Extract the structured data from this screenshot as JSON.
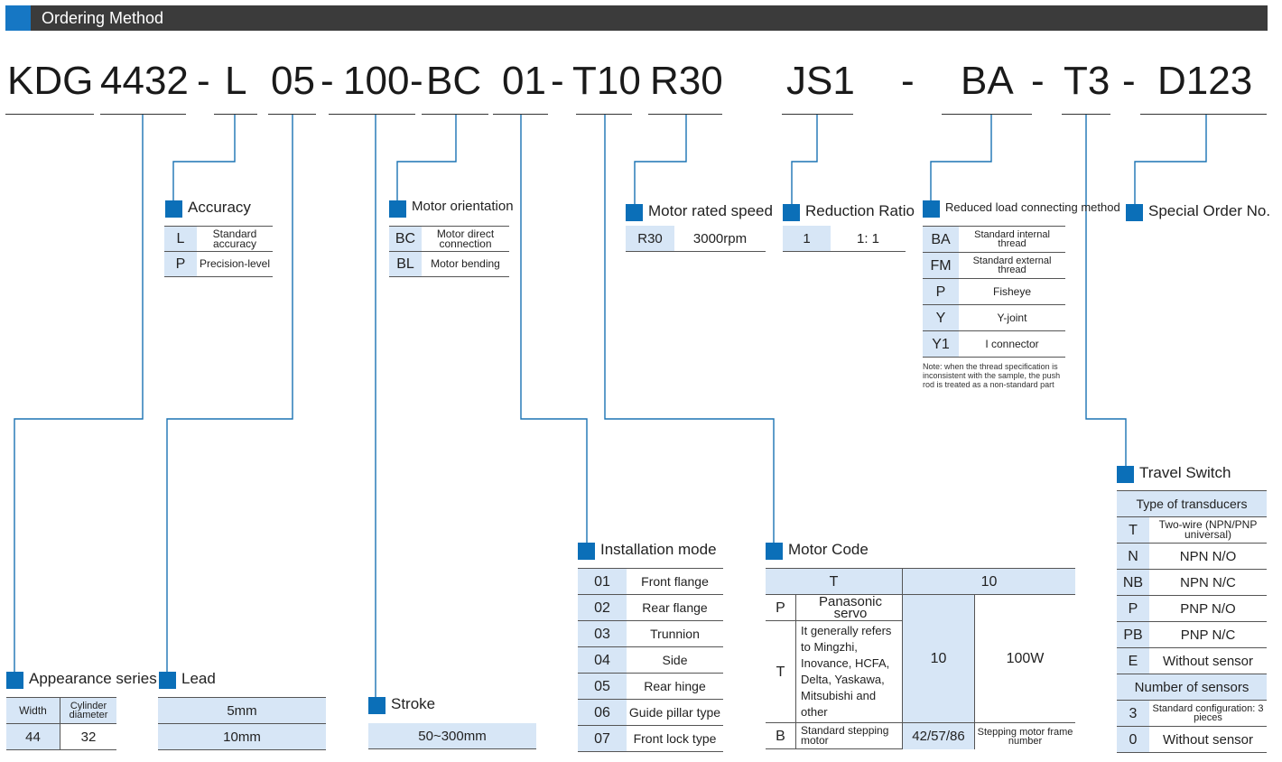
{
  "header": {
    "title": "Ordering Method"
  },
  "code_segments": [
    "KDG",
    "4432",
    "-",
    "L",
    "05",
    "-",
    "100",
    "-",
    "BC",
    "01",
    "-",
    "T10",
    "R30",
    "JS1",
    "-",
    "BA",
    "-",
    "T3",
    "-",
    "D123"
  ],
  "accuracy": {
    "title": "Accuracy",
    "rows": [
      [
        "L",
        "Standard accuracy"
      ],
      [
        "P",
        "Precision-level"
      ]
    ]
  },
  "motor_orientation": {
    "title": "Motor orientation",
    "rows": [
      [
        "BC",
        "Motor direct connection"
      ],
      [
        "BL",
        "Motor bending"
      ]
    ]
  },
  "motor_rated_speed": {
    "title": "Motor rated speed",
    "rows": [
      [
        "R30",
        "3000rpm"
      ]
    ]
  },
  "reduction_ratio": {
    "title": "Reduction Ratio",
    "rows": [
      [
        "1",
        "1: 1"
      ]
    ]
  },
  "reduced_load": {
    "title": "Reduced load connecting method",
    "rows": [
      [
        "BA",
        "Standard internal thread"
      ],
      [
        "FM",
        "Standard external thread"
      ],
      [
        "P",
        "Fisheye"
      ],
      [
        "Y",
        "Y-joint"
      ],
      [
        "Y1",
        "I connector"
      ]
    ],
    "note": "Note: when the thread specification is inconsistent with the sample, the push rod is treated as a non-standard part"
  },
  "special_order": {
    "title": "Special Order No."
  },
  "travel_switch": {
    "title": "Travel Switch",
    "type_header": "Type of transducers",
    "types": [
      [
        "T",
        "Two-wire (NPN/PNP universal)"
      ],
      [
        "N",
        "NPN N/O"
      ],
      [
        "NB",
        "NPN N/C"
      ],
      [
        "P",
        "PNP N/O"
      ],
      [
        "PB",
        "PNP N/C"
      ],
      [
        "E",
        "Without sensor"
      ]
    ],
    "count_header": "Number of sensors",
    "counts": [
      [
        "3",
        "Standard configuration: 3 pieces"
      ],
      [
        "0",
        "Without sensor"
      ]
    ]
  },
  "installation_mode": {
    "title": "Installation mode",
    "rows": [
      [
        "01",
        "Front flange"
      ],
      [
        "02",
        "Rear flange"
      ],
      [
        "03",
        "Trunnion"
      ],
      [
        "04",
        "Side"
      ],
      [
        "05",
        "Rear hinge"
      ],
      [
        "06",
        "Guide pillar type"
      ],
      [
        "07",
        "Front lock type"
      ]
    ]
  },
  "motor_code": {
    "title": "Motor Code",
    "head": [
      "T",
      "10"
    ],
    "p_key": "P",
    "p_label": "Panasonic servo",
    "t_key": "T",
    "t_label": "It generally refers to Mingzhi, Inovance, HCFA, Delta, Yaskawa, Mitsubishi and other",
    "code_10": "10",
    "power": "100W",
    "b_key": "B",
    "b_label": "Standard stepping motor",
    "b_code": "42/57/86",
    "b_desc": "Stepping motor frame number"
  },
  "appearance_series": {
    "title": "Appearance series",
    "headers": [
      "Width",
      "Cylinder diameter"
    ],
    "row": [
      "44",
      "32"
    ]
  },
  "lead": {
    "title": "Lead",
    "rows": [
      "5mm",
      "10mm"
    ]
  },
  "stroke": {
    "title": "Stroke",
    "rows": [
      "50~300mm"
    ]
  }
}
